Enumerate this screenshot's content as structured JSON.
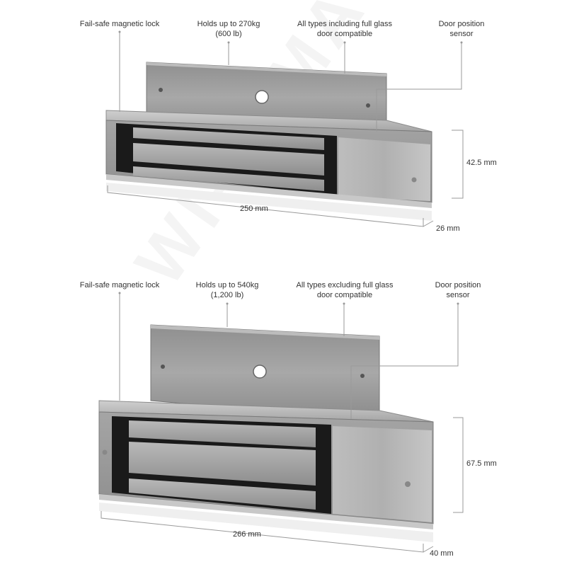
{
  "products": [
    {
      "callouts": [
        {
          "lines": [
            "Fail-safe magnetic lock"
          ]
        },
        {
          "lines": [
            "Holds up to 270kg",
            "(600 lb)"
          ]
        },
        {
          "lines": [
            "All types including full glass",
            "door compatible"
          ]
        },
        {
          "lines": [
            "Door position",
            "sensor"
          ]
        }
      ],
      "dimensions": {
        "height": "42.5 mm",
        "length": "250 mm",
        "depth": "26 mm"
      }
    },
    {
      "callouts": [
        {
          "lines": [
            "Fail-safe magnetic lock"
          ]
        },
        {
          "lines": [
            "Holds up to 540kg",
            "(1,200 lb)"
          ]
        },
        {
          "lines": [
            "All types excluding full glass",
            "door compatible"
          ]
        },
        {
          "lines": [
            "Door position",
            "sensor"
          ]
        }
      ],
      "dimensions": {
        "height": "67.5 mm",
        "length": "266 mm",
        "depth": "40 mm"
      }
    }
  ],
  "watermark": "WI-FI MAG",
  "colors": {
    "metal": "#a9a9a9",
    "metal_dark": "#7e7e7e",
    "coil": "#1a1a1a",
    "line": "#9a9a9a"
  }
}
